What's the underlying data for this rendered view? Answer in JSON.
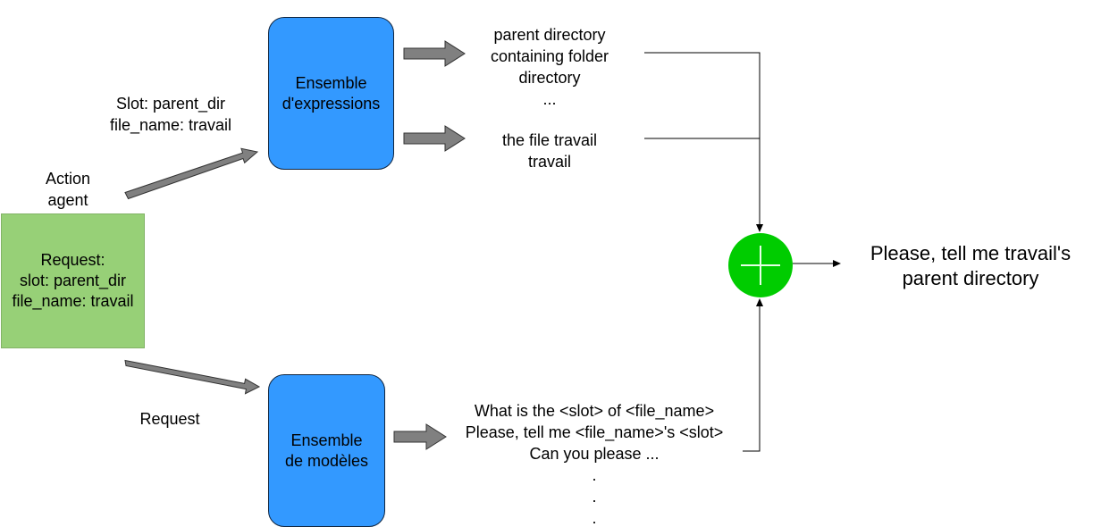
{
  "request_box": {
    "lines": [
      "Request:",
      "slot: parent_dir",
      "file_name: travail"
    ]
  },
  "label_action_agent": {
    "lines": [
      "Action",
      "agent"
    ]
  },
  "label_slot": {
    "lines": [
      "Slot: parent_dir",
      "file_name: travail"
    ]
  },
  "label_request": "Request",
  "expressions_box": {
    "lines": [
      "Ensemble",
      "d'expressions"
    ]
  },
  "models_box": {
    "lines": [
      "Ensemble",
      "de modèles"
    ]
  },
  "expressions_out_1": {
    "lines": [
      "parent directory",
      "containing folder",
      "directory",
      "..."
    ]
  },
  "expressions_out_2": {
    "lines": [
      "the file travail",
      "travail"
    ]
  },
  "templates_out": {
    "lines": [
      "What is the <slot> of <file_name>",
      "Please, tell me <file_name>'s <slot>",
      "Can you please ..."
    ],
    "dots": [
      ".",
      ".",
      "."
    ]
  },
  "result": {
    "lines": [
      "Please, tell me travail's",
      "parent directory"
    ]
  },
  "colors": {
    "request_fill": "#97d077",
    "ensemble_fill": "#3399ff",
    "combine_fill": "#00cc00",
    "arrow_fill": "#808080"
  },
  "icons": {
    "combine": "plus-icon"
  }
}
